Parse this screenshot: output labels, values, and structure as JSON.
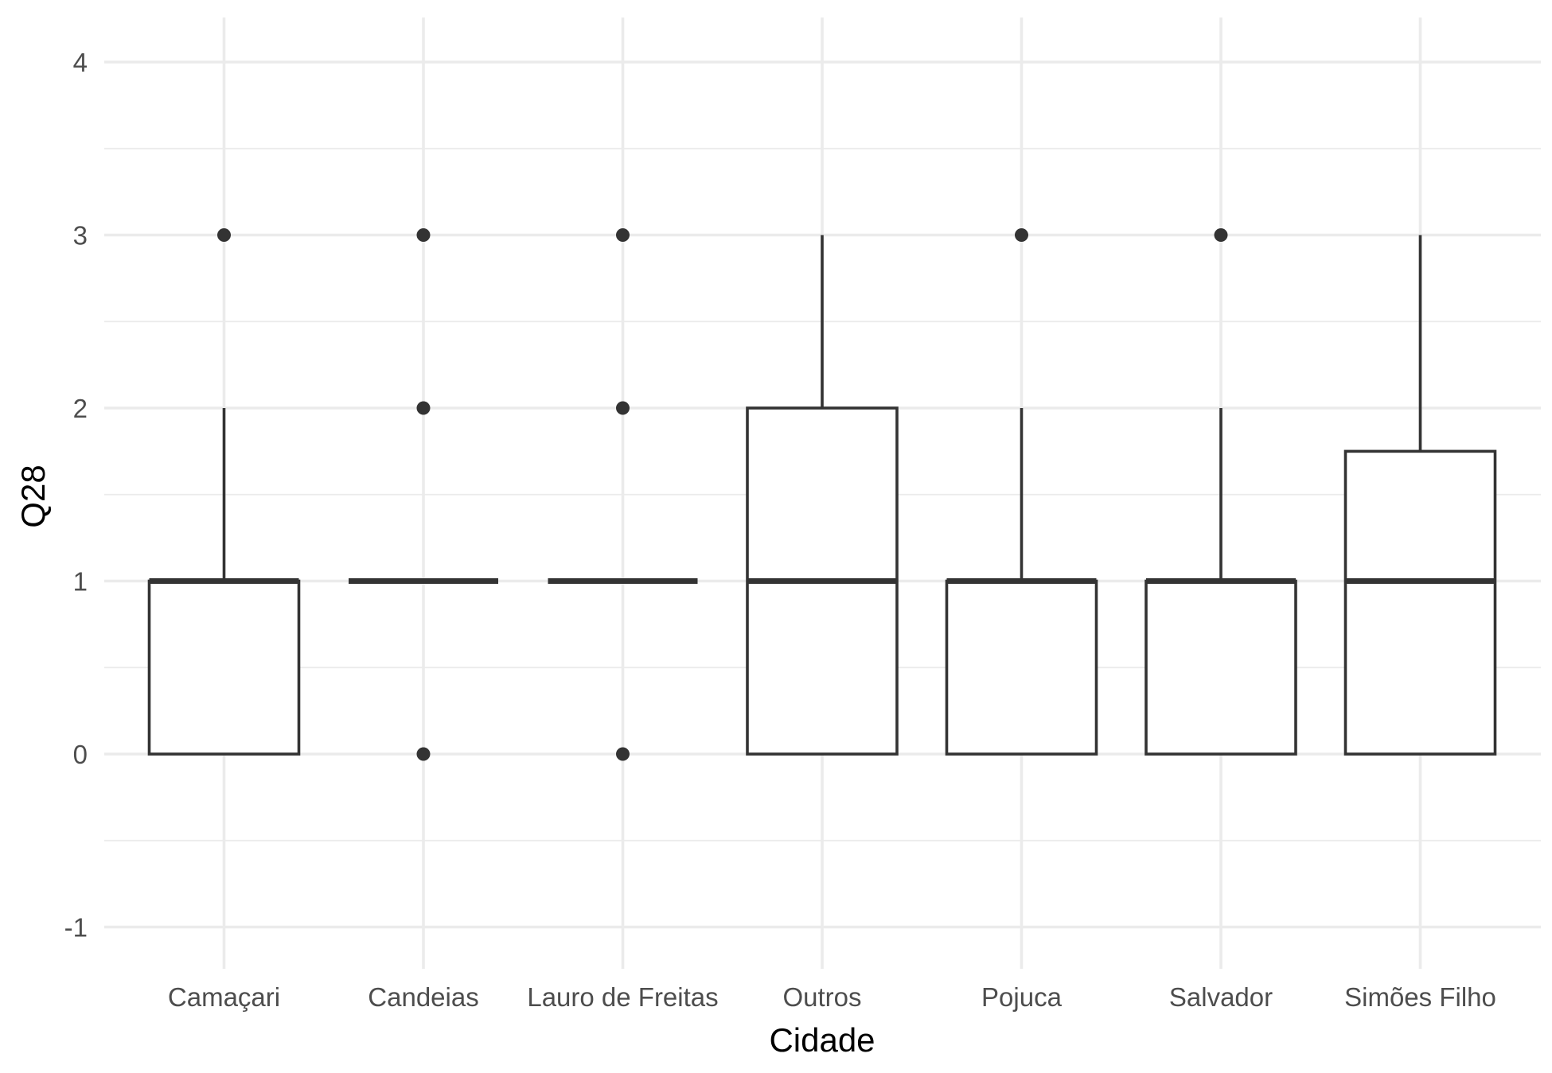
{
  "chart_data": {
    "type": "boxplot",
    "xlabel": "Cidade",
    "ylabel": "Q28",
    "ylim": [
      -1.25,
      4.25
    ],
    "yticks": [
      -1,
      0,
      1,
      2,
      3,
      4
    ],
    "grid": true,
    "colors": {
      "stroke": "#333333",
      "fill": "#ffffff",
      "grid": "#ebebeb"
    },
    "categories": [
      "Camaçari",
      "Candeias",
      "Lauro de Freitas",
      "Outros",
      "Pojuca",
      "Salvador",
      "Simões Filho"
    ],
    "boxes": [
      {
        "category": "Camaçari",
        "lower_whisker": 0,
        "q1": 0,
        "median": 1,
        "q3": 1,
        "upper_whisker": 2,
        "outliers": [
          3
        ]
      },
      {
        "category": "Candeias",
        "lower_whisker": 1,
        "q1": 1,
        "median": 1,
        "q3": 1,
        "upper_whisker": 1,
        "outliers": [
          0,
          2,
          3
        ]
      },
      {
        "category": "Lauro de Freitas",
        "lower_whisker": 1,
        "q1": 1,
        "median": 1,
        "q3": 1,
        "upper_whisker": 1,
        "outliers": [
          0,
          2,
          3
        ]
      },
      {
        "category": "Outros",
        "lower_whisker": 0,
        "q1": 0,
        "median": 1,
        "q3": 2,
        "upper_whisker": 3,
        "outliers": []
      },
      {
        "category": "Pojuca",
        "lower_whisker": 0,
        "q1": 0,
        "median": 1,
        "q3": 1,
        "upper_whisker": 2,
        "outliers": [
          3
        ]
      },
      {
        "category": "Salvador",
        "lower_whisker": 0,
        "q1": 0,
        "median": 1,
        "q3": 1,
        "upper_whisker": 2,
        "outliers": [
          3
        ]
      },
      {
        "category": "Simões Filho",
        "lower_whisker": 0,
        "q1": 0,
        "median": 1,
        "q3": 1.75,
        "upper_whisker": 3,
        "outliers": []
      }
    ]
  }
}
